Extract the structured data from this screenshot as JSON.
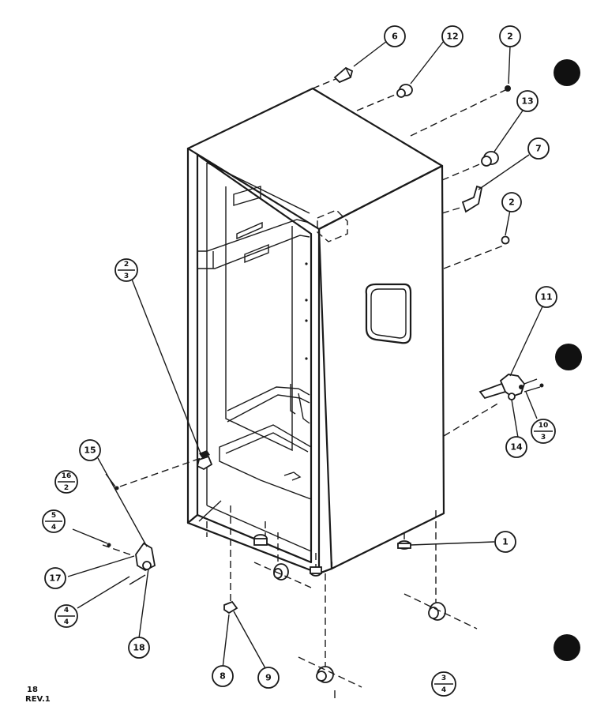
{
  "revision": {
    "line1": "18",
    "line2": "REV.1"
  },
  "callouts": [
    {
      "id": "c6",
      "label": "6"
    },
    {
      "id": "c12",
      "label": "12"
    },
    {
      "id": "c2a",
      "label": "2"
    },
    {
      "id": "c13",
      "label": "13"
    },
    {
      "id": "c7",
      "label": "7"
    },
    {
      "id": "c2b",
      "label": "2"
    },
    {
      "id": "c11",
      "label": "11"
    },
    {
      "id": "c15",
      "label": "15"
    },
    {
      "id": "c1",
      "label": "1"
    },
    {
      "id": "c17",
      "label": "17"
    },
    {
      "id": "c18",
      "label": "18"
    },
    {
      "id": "c8",
      "label": "8"
    },
    {
      "id": "c9",
      "label": "9"
    },
    {
      "id": "c14",
      "label": "14"
    }
  ],
  "fraction_callouts": [
    {
      "id": "f2_3",
      "top": "2",
      "bottom": "3"
    },
    {
      "id": "f16_2",
      "top": "16",
      "bottom": "2"
    },
    {
      "id": "f5_4",
      "top": "5",
      "bottom": "4"
    },
    {
      "id": "f4_4",
      "top": "4",
      "bottom": "4"
    },
    {
      "id": "f10_3",
      "top": "10",
      "bottom": "3"
    },
    {
      "id": "f3_4",
      "top": "3",
      "bottom": "4"
    }
  ]
}
